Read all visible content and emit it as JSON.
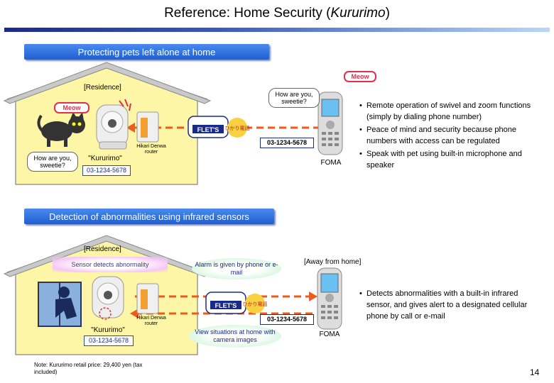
{
  "title": {
    "prefix": "Reference:  Home Security (",
    "italic": "Kururimo",
    "suffix": ")"
  },
  "section1": {
    "banner": "Protecting pets left alone at home",
    "residence": "[Residence]",
    "meow_home": "Meow",
    "meow_phone": "Meow",
    "speech_home": "How are you, sweetie?",
    "speech_phone": "How are you, sweetie?",
    "router_label": "Hikari Denwa router",
    "device_name": "\"Kururimo\"",
    "device_number": "03-1234-5678",
    "phone_number": "03-1234-5678",
    "network_logo": "FLET'S",
    "hikari_label": "ひかり電話",
    "phone_label": "FOMA",
    "bullets": [
      "Remote operation of swivel and zoom functions (simply by dialing phone number)",
      "Peace of mind and security because phone numbers with access can be regulated",
      "Speak with pet using built-in microphone and speaker"
    ]
  },
  "section2": {
    "banner": "Detection of abnormalities using infrared sensors",
    "residence": "[Residence]",
    "sensor_text": "Sensor detects abnormality",
    "alarm_text": "Alarm is given by phone or e-mail",
    "view_text": "View situations at home with camera images",
    "away": "[Away from home]",
    "router_label": "Hikari Denwa router",
    "device_name": "\"Kururimo\"",
    "device_number": "03-1234-5678",
    "phone_number": "03-1234-5678",
    "network_logo": "FLET'S",
    "hikari_label": "ひかり電話",
    "phone_label": "FOMA",
    "bullets": [
      "Detects abnormalities with a built-in infrared sensor, and gives alert to a designated cellular phone by call or e-mail"
    ]
  },
  "note": "Note: Kururimo retail price: 29,400 yen (tax included)",
  "page_number": "14",
  "colors": {
    "house_fill": "#fdf6a6",
    "banner": "#2a6ae0",
    "dash": "#f05a1a",
    "meow": "#e03050"
  }
}
